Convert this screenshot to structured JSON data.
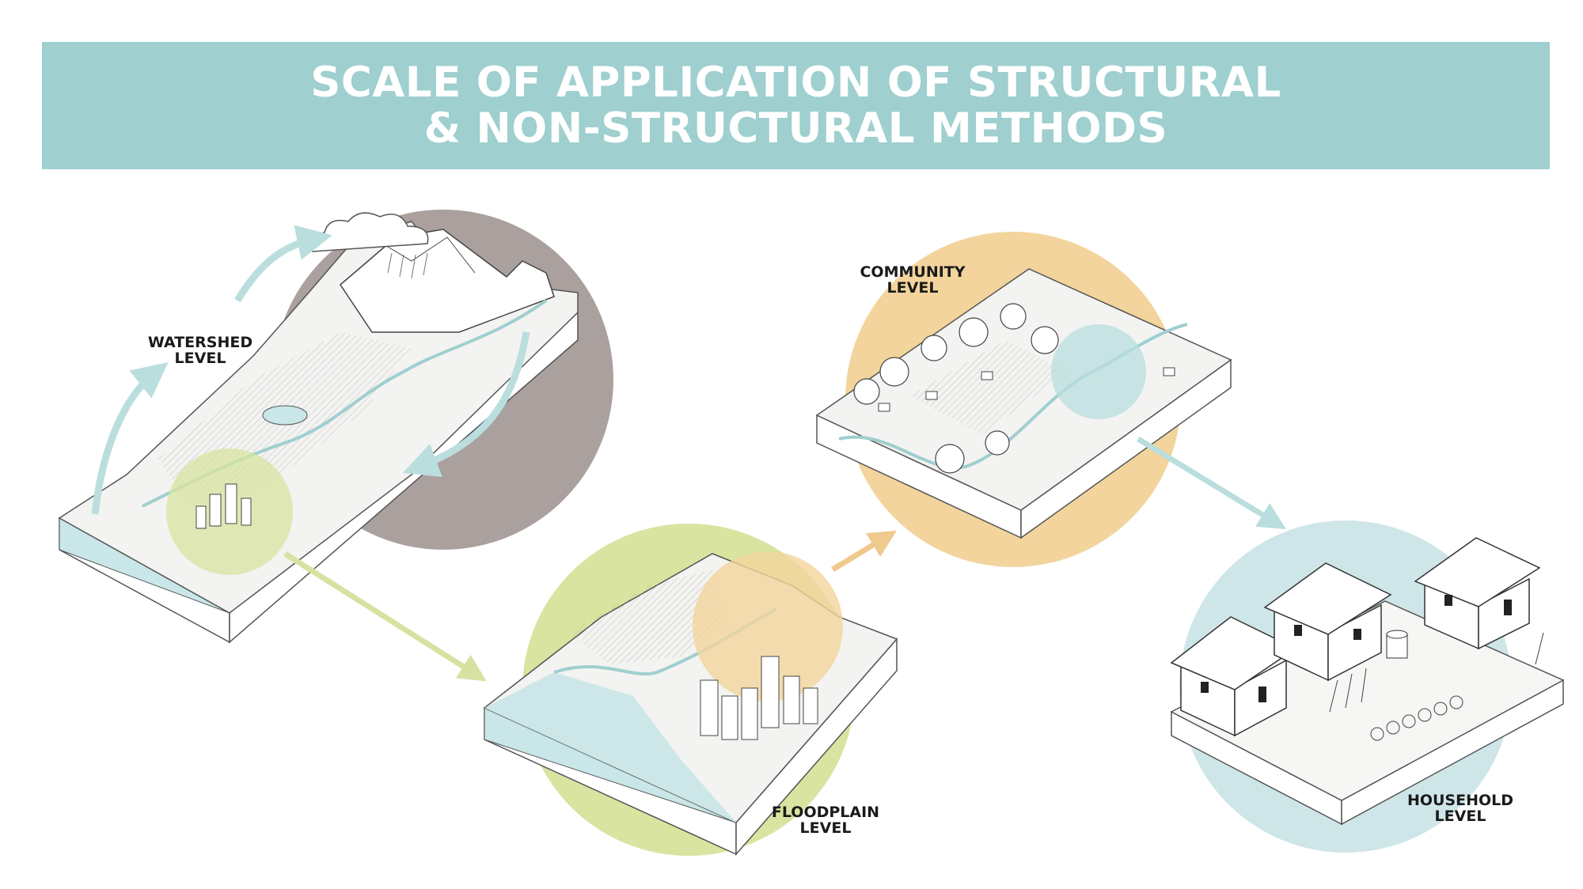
{
  "title": {
    "line1": "SCALE OF APPLICATION OF STRUCTURAL",
    "line2": "& NON-STRUCTURAL METHODS"
  },
  "levels": [
    {
      "id": "watershed",
      "line1": "WATERSHED",
      "line2": "LEVEL"
    },
    {
      "id": "floodplain",
      "line1": "FLOODPLAIN",
      "line2": "LEVEL"
    },
    {
      "id": "community",
      "line1": "COMMUNITY",
      "line2": "LEVEL"
    },
    {
      "id": "household",
      "line1": "HOUSEHOLD",
      "line2": "LEVEL"
    }
  ],
  "colors": {
    "banner": "#9fcfcf",
    "watershed_circle": "#aaa09e",
    "floodplain_circle": "#d8e4a0",
    "community_circle": "#f2d49c",
    "household_circle": "#cfe6e8",
    "water": "#c9e6e8",
    "arrow_teal": "#b9dedd",
    "arrow_green": "#d6e2a1",
    "arrow_orange": "#f0c98e"
  }
}
